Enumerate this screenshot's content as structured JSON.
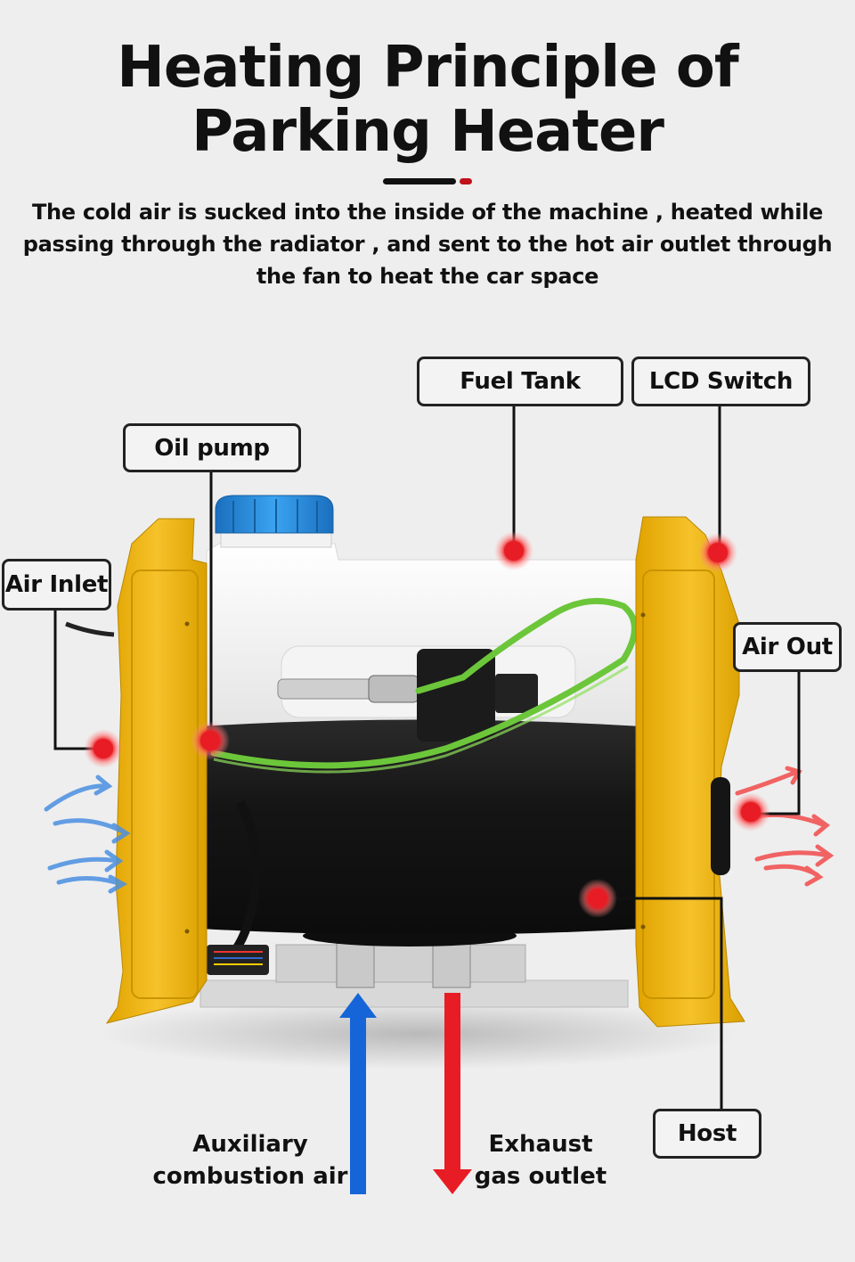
{
  "title": {
    "line1": "Heating Principle of",
    "line2": "Parking Heater"
  },
  "description": {
    "line1": "The cold air is sucked into the inside of the machine , heated while",
    "line2": "passing through the radiator , and sent to the hot air outlet through",
    "line3": "the fan to heat the car space"
  },
  "labels": {
    "fuel_tank": "Fuel Tank",
    "lcd_switch": "LCD Switch",
    "oil_pump": "Oil pump",
    "air_inlet": "Air Inlet",
    "air_out": "Air Out",
    "host": "Host"
  },
  "flows": {
    "auxiliary_line1": "Auxiliary",
    "auxiliary_line2": "combustion air",
    "exhaust_line1": "Exhaust",
    "exhaust_line2": "gas outlet"
  },
  "colors": {
    "background": "#eeeeee",
    "accent_red": "#e81c24",
    "accent_blue": "#1565d8",
    "housing_yellow": "#f0b820",
    "tank_white": "#f7f7f7",
    "body_black": "#161616",
    "cap_blue": "#2a8ee0",
    "hose_green": "#6cc63a"
  }
}
